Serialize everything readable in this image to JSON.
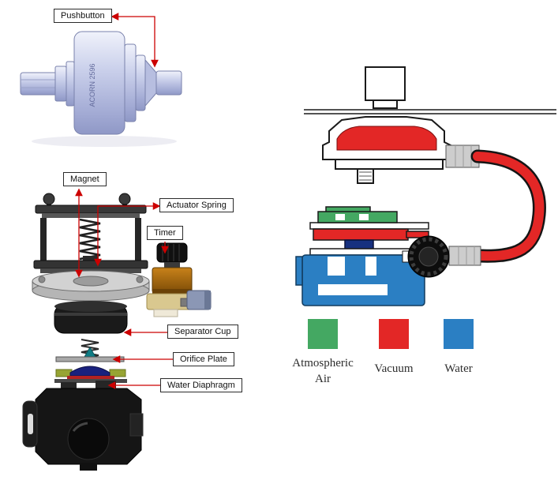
{
  "callouts": {
    "pushbutton": "Pushbutton",
    "magnet": "Magnet",
    "actuator_spring": "Actuator Spring",
    "timer": "Timer",
    "separator_cup": "Separator Cup",
    "orifice_plate": "Orifice Plate",
    "water_diaphragm": "Water Diaphragm"
  },
  "engraving": "ACORN 2596",
  "legend": {
    "items": [
      {
        "label": "Atmospheric Air",
        "color": "#44a862"
      },
      {
        "label": "Vacuum",
        "color": "#e32726"
      },
      {
        "label": "Water",
        "color": "#2b7fc3"
      }
    ]
  },
  "colors": {
    "arrow": "#cc0000",
    "atmospheric_air": "#44a862",
    "vacuum": "#e32726",
    "water": "#2b7fc3"
  }
}
